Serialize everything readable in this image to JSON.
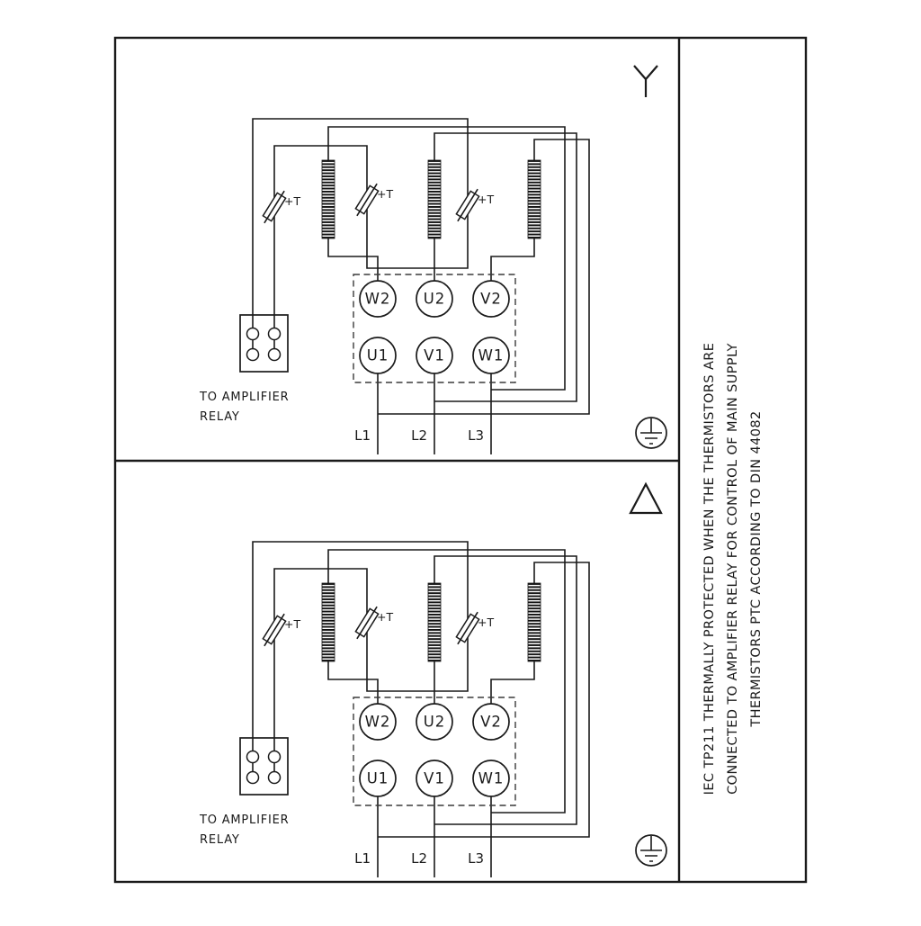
{
  "diagram": {
    "panels": [
      {
        "id": "star",
        "connection_symbol": "star",
        "thermistor_label": "+T",
        "relay_caption_line1": "TO AMPLIFIER",
        "relay_caption_line2": "RELAY",
        "terminals_top": [
          "W2",
          "U2",
          "V2"
        ],
        "terminals_bottom": [
          "U1",
          "V1",
          "W1"
        ],
        "supply_lines": [
          "L1",
          "L2",
          "L3"
        ]
      },
      {
        "id": "delta",
        "connection_symbol": "delta",
        "thermistor_label": "+T",
        "relay_caption_line1": "TO AMPLIFIER",
        "relay_caption_line2": "RELAY",
        "terminals_top": [
          "W2",
          "U2",
          "V2"
        ],
        "terminals_bottom": [
          "U1",
          "V1",
          "W1"
        ],
        "supply_lines": [
          "L1",
          "L2",
          "L3"
        ]
      }
    ],
    "side_note": {
      "line1": "IEC TP211 THERMALLY PROTECTED WHEN THE THERMISTORS ARE",
      "line2": "CONNECTED TO AMPLIFIER RELAY FOR CONTROL OF MAIN SUPPLY",
      "line3": "THERMISTORS PTC ACCORDING TO DIN 44082"
    },
    "colors": {
      "ink": "#1a1a1a",
      "background": "#ffffff"
    }
  }
}
